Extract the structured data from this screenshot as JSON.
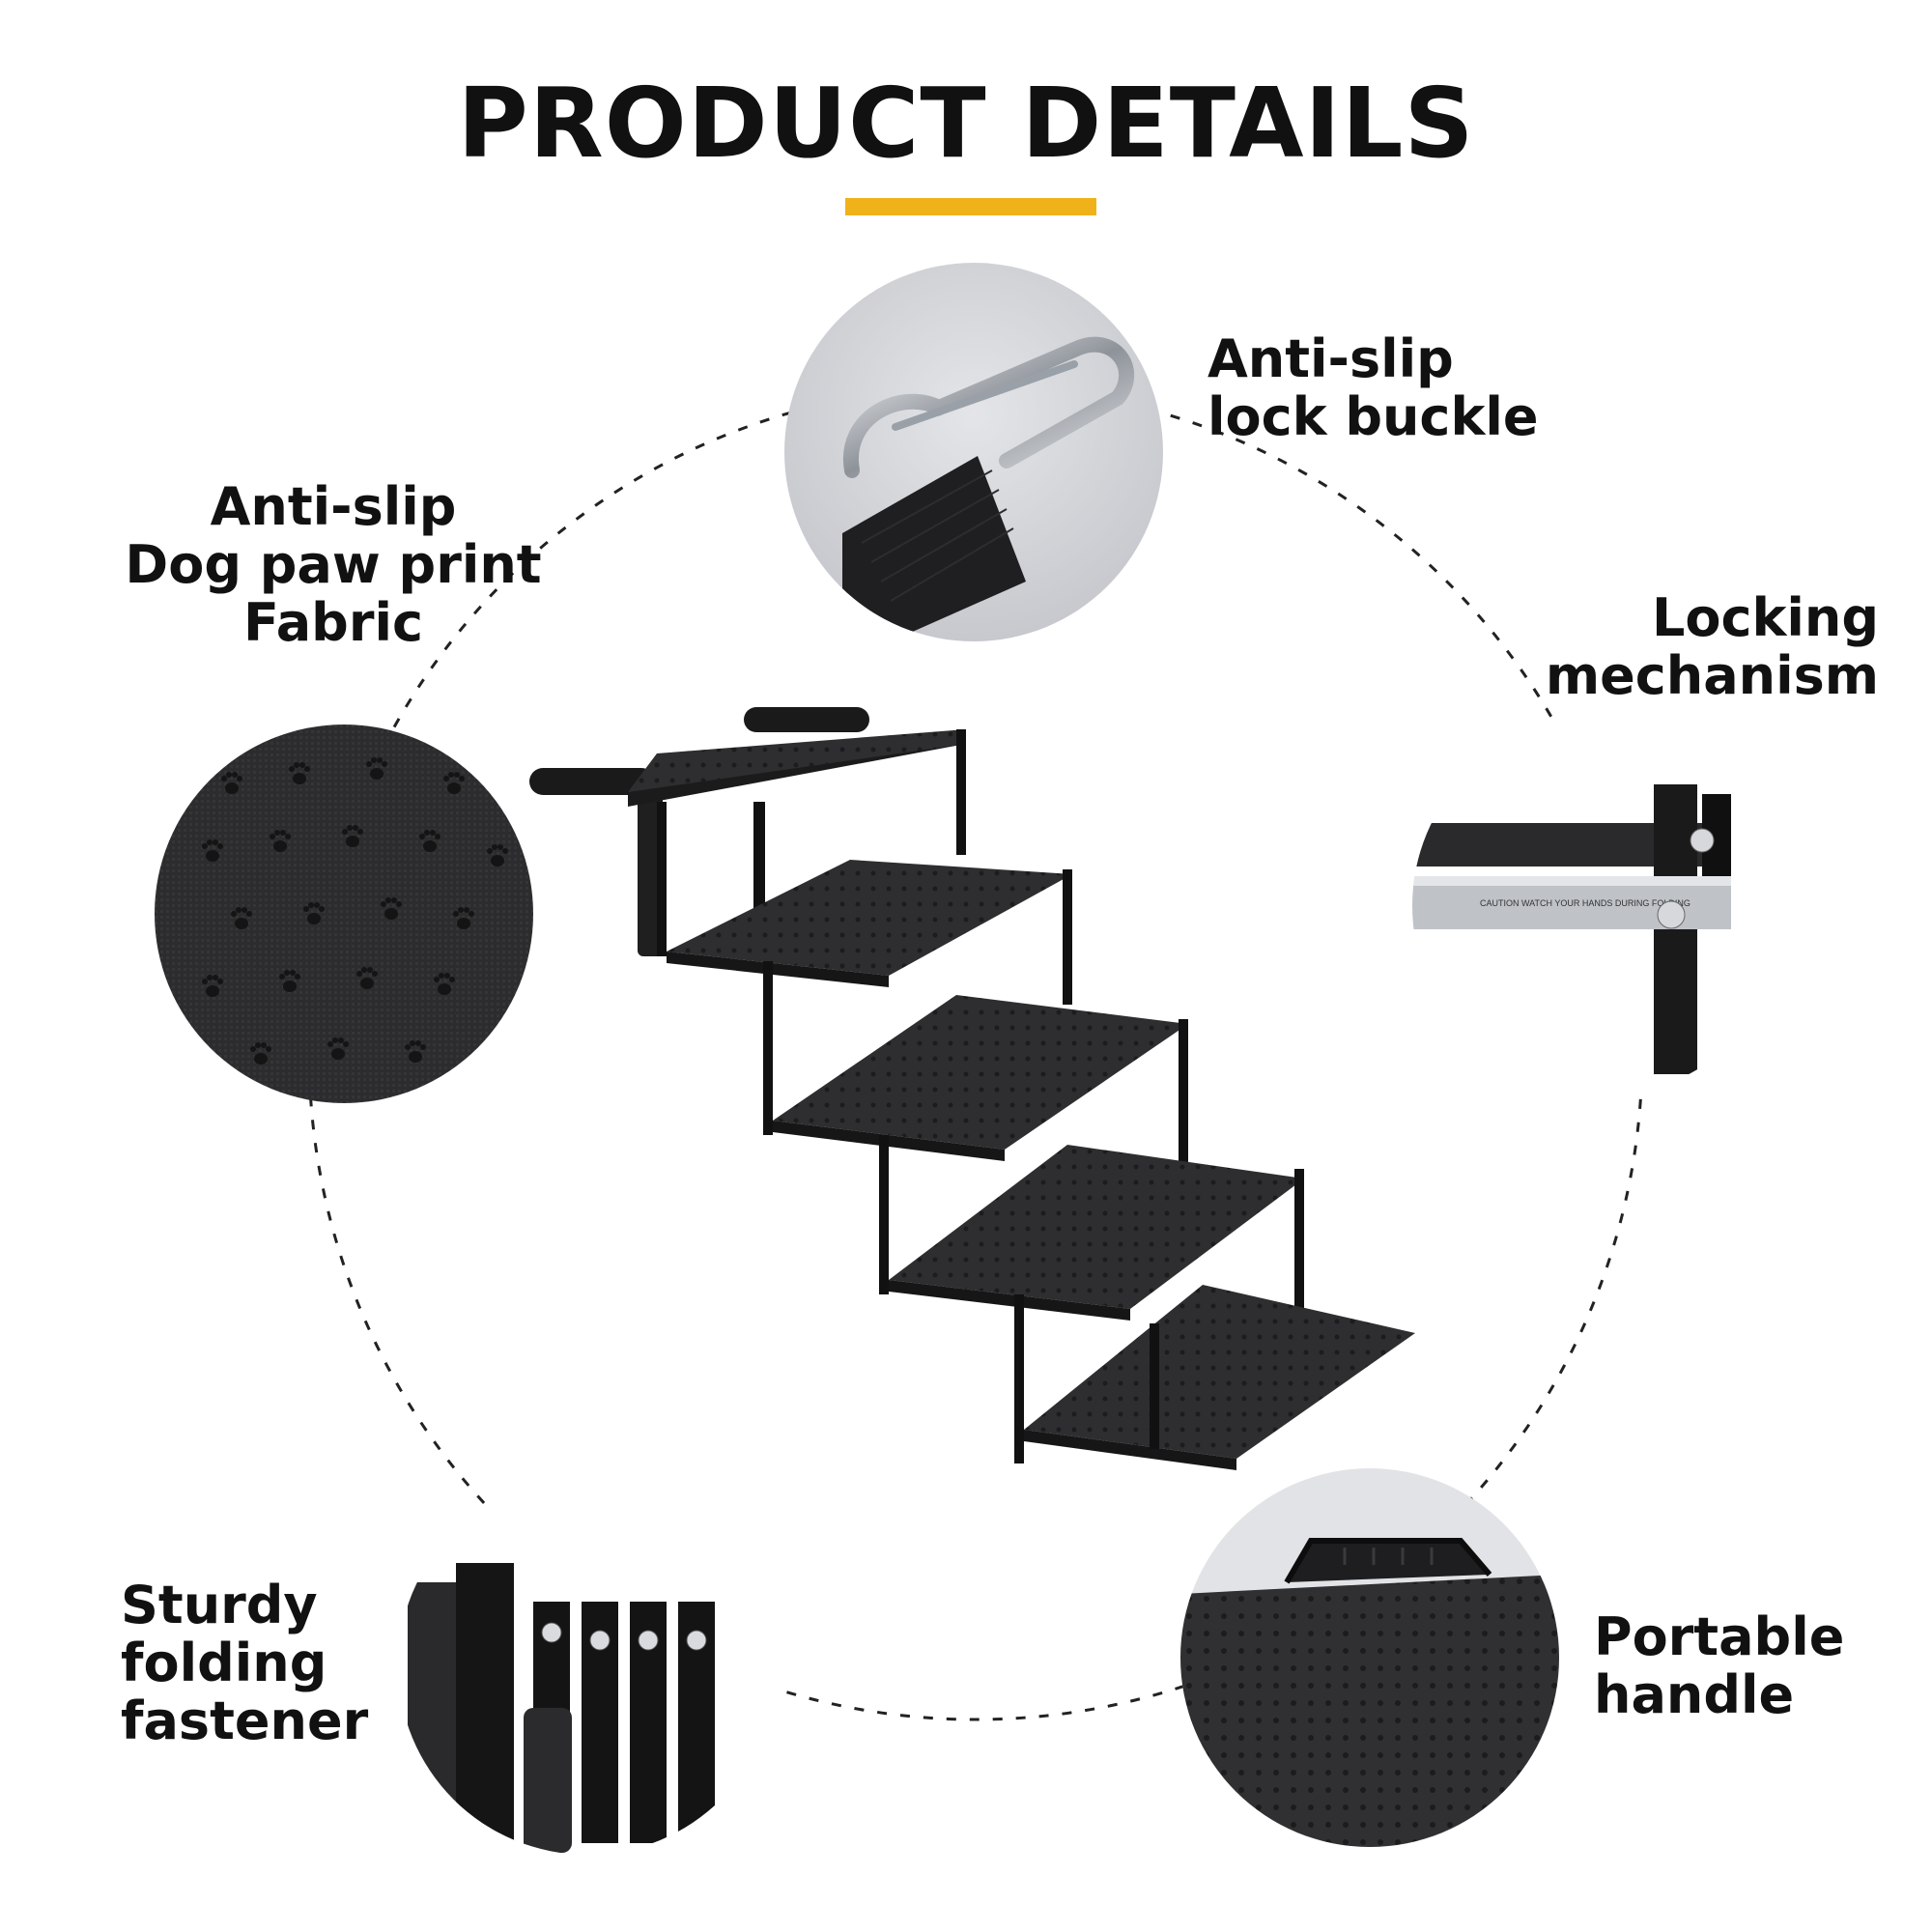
{
  "title": "PRODUCT DETAILS",
  "accent_color": "#f0b21b",
  "features": [
    {
      "lines": [
        "Anti-slip",
        "Dog paw print",
        "Fabric"
      ],
      "icon": "paw-print-fabric"
    },
    {
      "lines": [
        "Anti-slip",
        "lock buckle"
      ],
      "icon": "carabiner-buckle"
    },
    {
      "lines": [
        "Locking",
        "mechanism"
      ],
      "icon": "locking-latch"
    },
    {
      "lines": [
        "Sturdy",
        "folding",
        "fastener"
      ],
      "icon": "folding-fastener"
    },
    {
      "lines": [
        "Portable",
        "handle"
      ],
      "icon": "carry-handle"
    }
  ],
  "lock_plate_text": "CAUTION WATCH YOUR HANDS DURING FOLDING"
}
